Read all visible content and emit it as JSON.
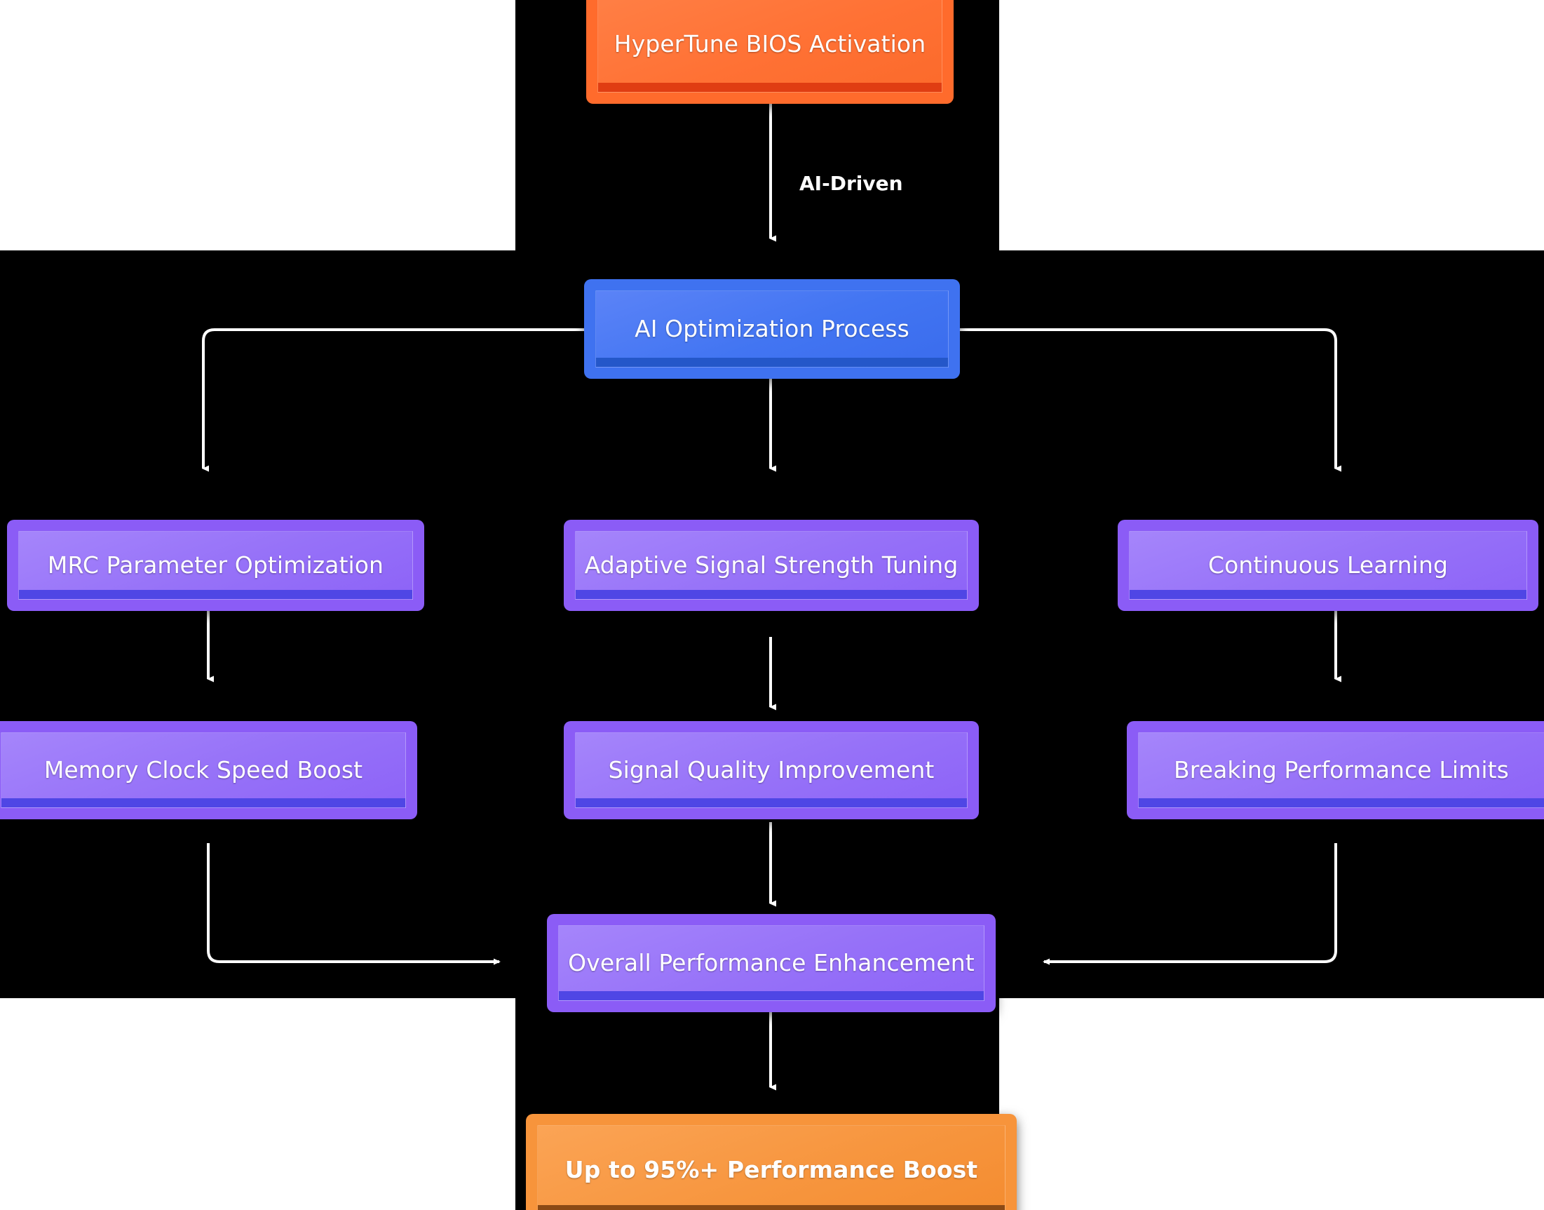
{
  "diagram": {
    "title_node": "HyperTune BIOS Activation",
    "background": "#000000",
    "edge_color": "#ffffff",
    "colors": {
      "start": "#ff6b2c",
      "process": "#3f72f0",
      "step": "#8b5cf6",
      "result": "#f7943b",
      "text": "#ffffff"
    },
    "nodes": [
      {
        "id": "start",
        "label": "HyperTune BIOS Activation",
        "type": "orange"
      },
      {
        "id": "ai",
        "label": "AI Optimization Process",
        "type": "blue"
      },
      {
        "id": "mrc",
        "label": "MRC Parameter Optimization",
        "type": "purple"
      },
      {
        "id": "adaptive",
        "label": "Adaptive Signal Strength Tuning",
        "type": "purple"
      },
      {
        "id": "continuous",
        "label": "Continuous Learning",
        "type": "purple"
      },
      {
        "id": "memclock",
        "label": "Memory Clock Speed Boost",
        "type": "purple"
      },
      {
        "id": "sigquality",
        "label": "Signal Quality Improvement",
        "type": "purple"
      },
      {
        "id": "breaking",
        "label": "Breaking Performance Limits",
        "type": "purple"
      },
      {
        "id": "overall",
        "label": "Overall Performance Enhancement",
        "type": "purple"
      },
      {
        "id": "boost",
        "label": "Up to 95%+ Performance Boost",
        "type": "amber"
      }
    ],
    "edges": [
      {
        "from": "start",
        "to": "ai",
        "label": "AI-Driven"
      },
      {
        "from": "ai",
        "to": "mrc",
        "label": ""
      },
      {
        "from": "ai",
        "to": "adaptive",
        "label": ""
      },
      {
        "from": "ai",
        "to": "continuous",
        "label": ""
      },
      {
        "from": "mrc",
        "to": "memclock",
        "label": ""
      },
      {
        "from": "adaptive",
        "to": "sigquality",
        "label": ""
      },
      {
        "from": "continuous",
        "to": "breaking",
        "label": ""
      },
      {
        "from": "memclock",
        "to": "overall",
        "label": ""
      },
      {
        "from": "sigquality",
        "to": "overall",
        "label": ""
      },
      {
        "from": "breaking",
        "to": "overall",
        "label": ""
      },
      {
        "from": "overall",
        "to": "boost",
        "label": ""
      }
    ],
    "edge_labels": {
      "ai_driven": "AI-Driven"
    }
  }
}
